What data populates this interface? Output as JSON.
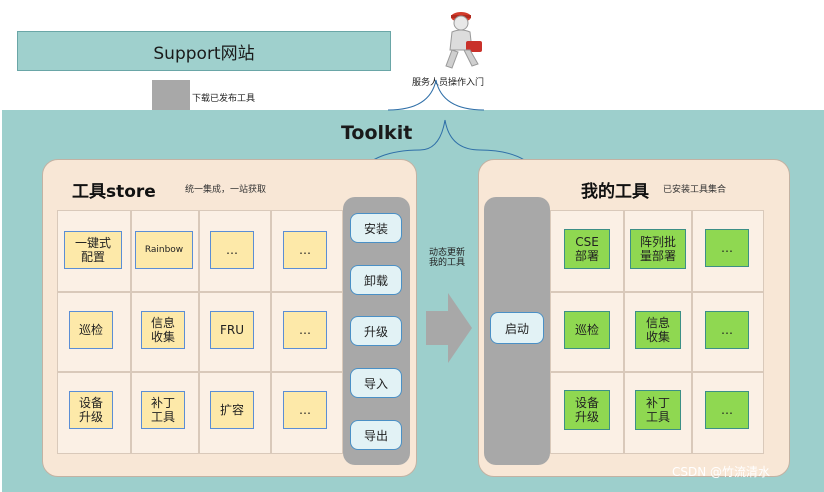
{
  "support": {
    "label": "Support网站"
  },
  "download_label": "下载已发布工具",
  "person": {
    "label": "服务人员操作入门",
    "icon": "service-person-icon"
  },
  "toolkit": {
    "title": "Toolkit"
  },
  "store": {
    "title": "工具store",
    "subtitle": "统一集成，一站获取",
    "tiles": [
      "一键式\n配置",
      "Rainbow",
      "…",
      "…",
      "巡检",
      "信息\n收集",
      "FRU",
      "…",
      "设备\n升级",
      "补丁\n工具",
      "扩容",
      "…"
    ],
    "actions": [
      "安装",
      "卸载",
      "升级",
      "导入",
      "导出"
    ]
  },
  "middle_label": "动态更新我的工具",
  "mytools": {
    "title": "我的工具",
    "subtitle": "已安装工具集合",
    "launch": "启动",
    "tiles": [
      "CSE\n部署",
      "阵列批\n量部署",
      "…",
      "巡检",
      "信息\n收集",
      "…",
      "设备\n升级",
      "补丁\n工具",
      "…"
    ]
  },
  "colors": {
    "toolkit_bg": "#9dcfcc",
    "panel_bg": "#f8e7d6",
    "tile_yellow": "#fde9a9",
    "tile_green": "#8fd851",
    "arrow_gray": "#a8a8a8"
  },
  "watermark": "CSDN @竹流清水"
}
